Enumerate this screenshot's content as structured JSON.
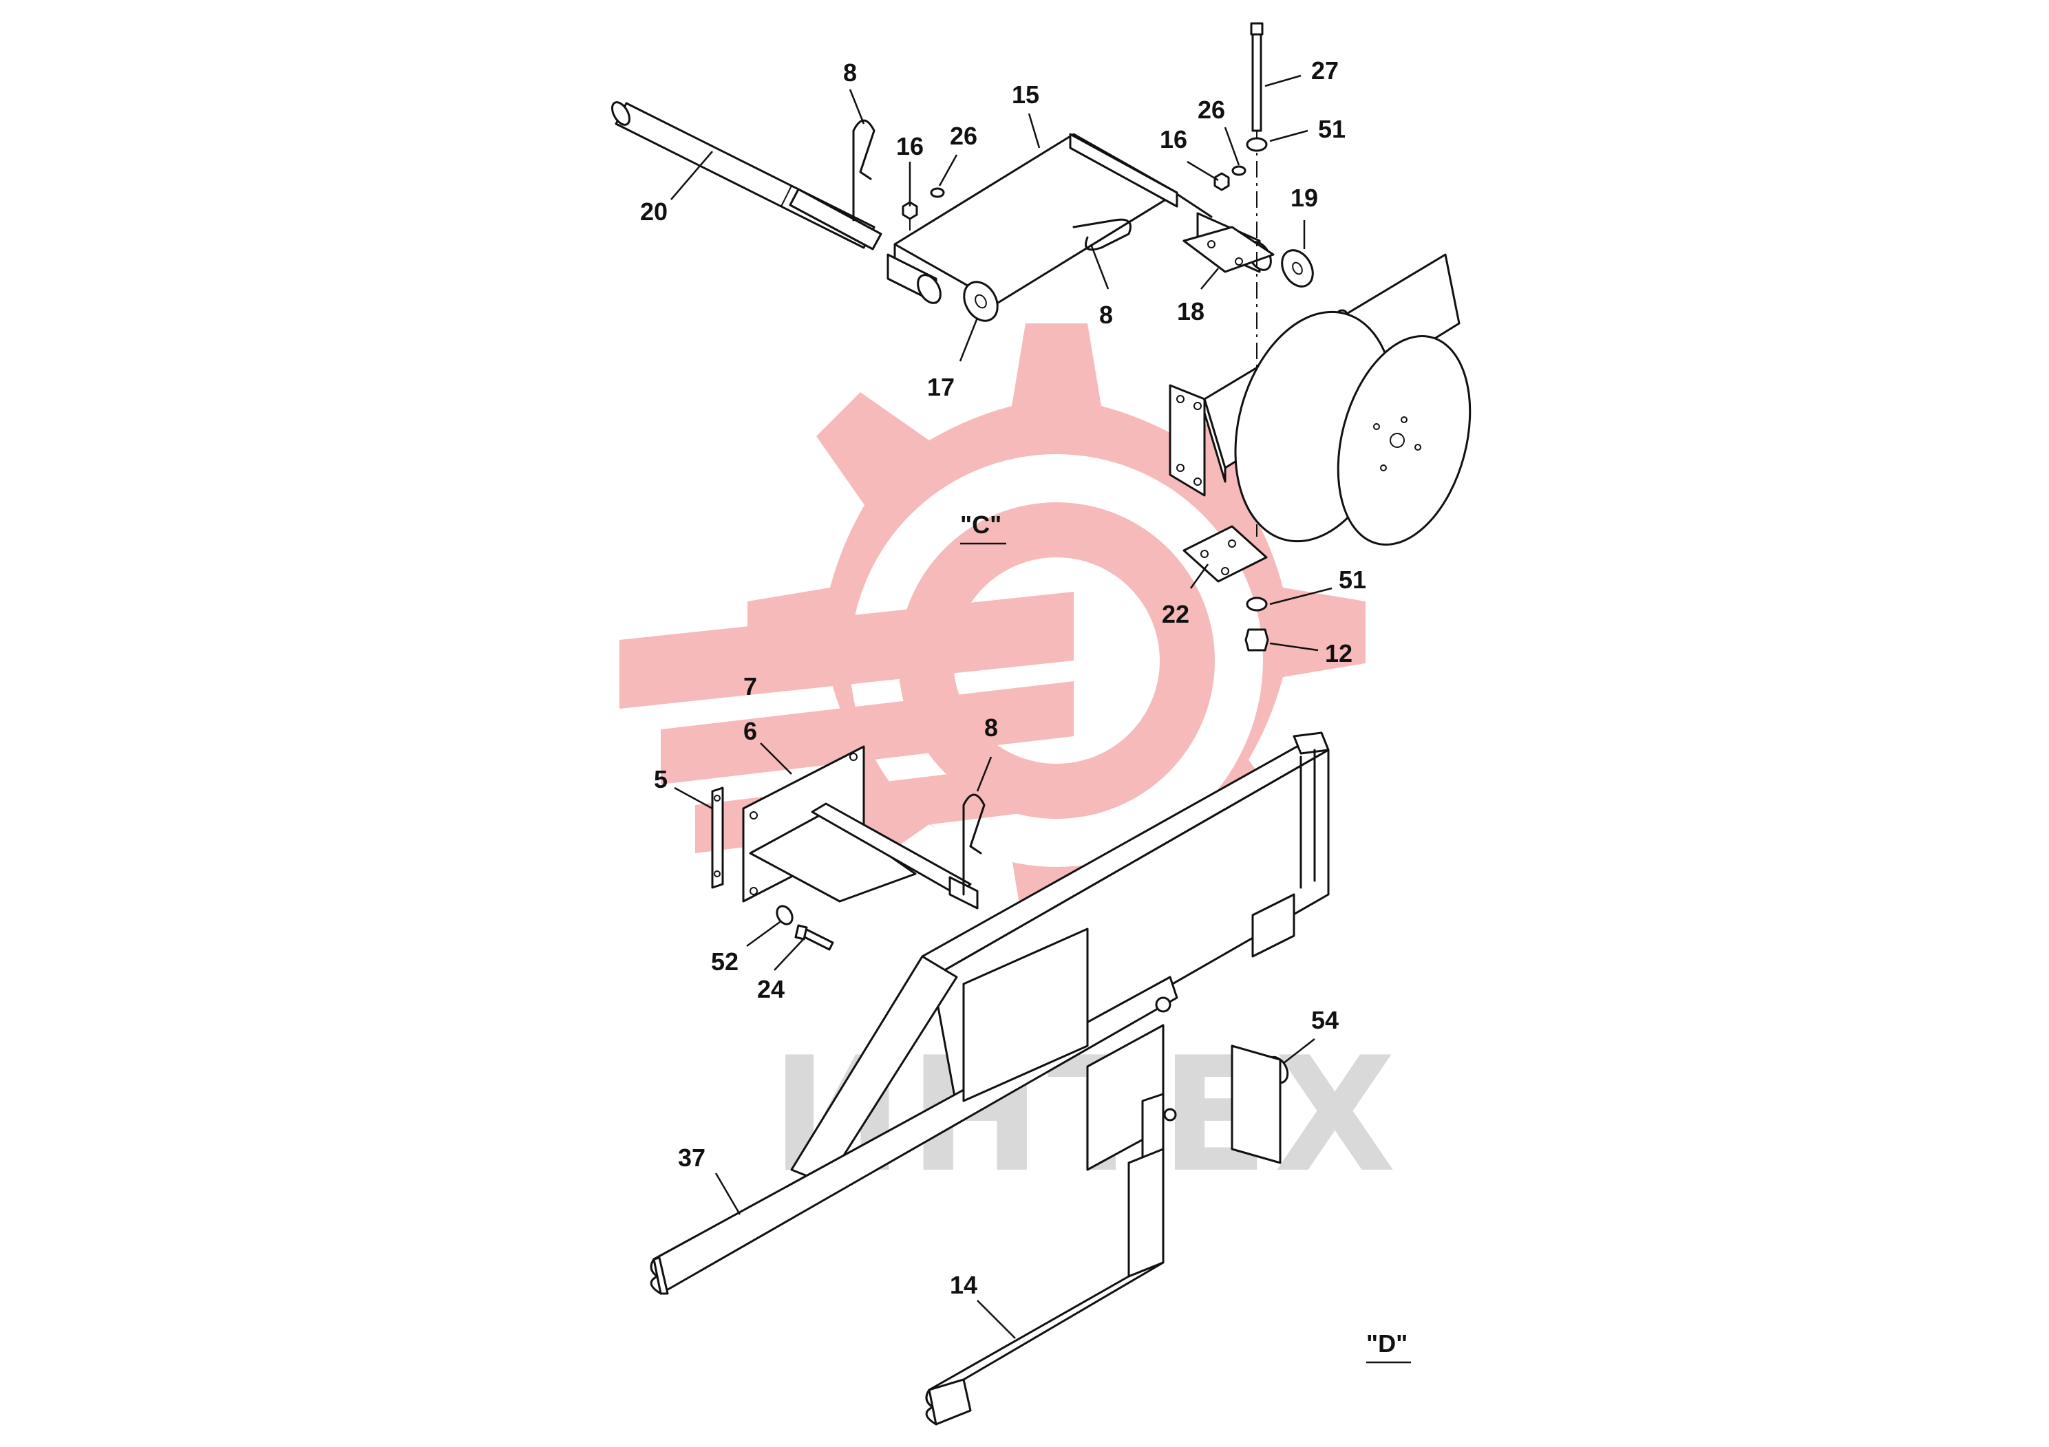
{
  "diagram": {
    "watermark": {
      "text": "ИНТЕХ",
      "logo_color": "#f4a6a6",
      "text_color": "#d9d9d9"
    },
    "views": [
      {
        "id": "C",
        "label": "\"C\""
      },
      {
        "id": "D",
        "label": "\"D\""
      }
    ],
    "callouts": [
      {
        "id": "c8a",
        "label": "8"
      },
      {
        "id": "c15",
        "label": "15"
      },
      {
        "id": "c16a",
        "label": "16"
      },
      {
        "id": "c26a",
        "label": "26"
      },
      {
        "id": "c20",
        "label": "20"
      },
      {
        "id": "c8b",
        "label": "8"
      },
      {
        "id": "c17",
        "label": "17"
      },
      {
        "id": "c16b",
        "label": "16"
      },
      {
        "id": "c26b",
        "label": "26"
      },
      {
        "id": "c27",
        "label": "27"
      },
      {
        "id": "c51a",
        "label": "51"
      },
      {
        "id": "c19",
        "label": "19"
      },
      {
        "id": "c18",
        "label": "18"
      },
      {
        "id": "c22",
        "label": "22"
      },
      {
        "id": "c51b",
        "label": "51"
      },
      {
        "id": "c12",
        "label": "12"
      },
      {
        "id": "c7",
        "label": "7"
      },
      {
        "id": "c6",
        "label": "6"
      },
      {
        "id": "c8c",
        "label": "8"
      },
      {
        "id": "c5",
        "label": "5"
      },
      {
        "id": "c52",
        "label": "52"
      },
      {
        "id": "c24",
        "label": "24"
      },
      {
        "id": "c54",
        "label": "54"
      },
      {
        "id": "c37",
        "label": "37"
      },
      {
        "id": "c14",
        "label": "14"
      }
    ]
  }
}
